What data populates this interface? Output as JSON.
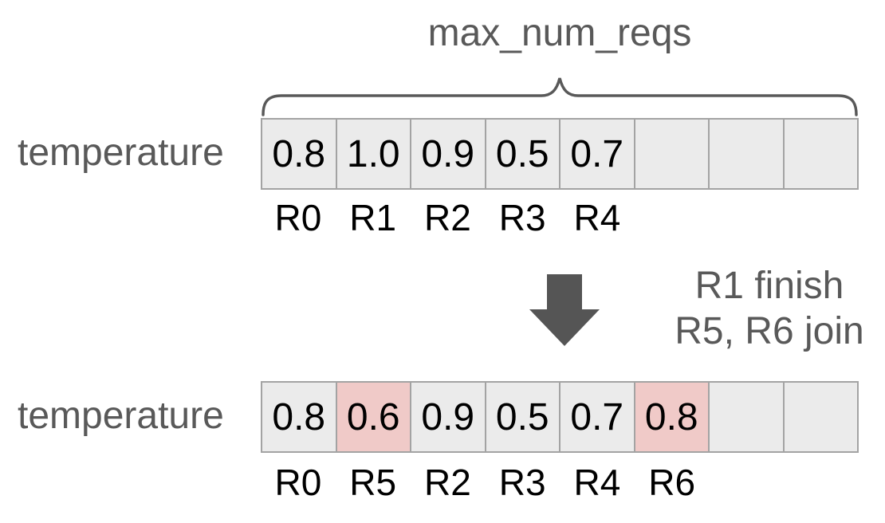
{
  "title": "max_num_reqs",
  "colors": {
    "muted_text": "#595959",
    "arrow": "#555555",
    "cell_fill": "#ebebeb",
    "cell_highlight": "#f0cac8",
    "cell_border": "#a3a3a3"
  },
  "transition": {
    "line1": "R1 finish",
    "line2": "R5, R6 join"
  },
  "state_before": {
    "row_label": "temperature",
    "cells": [
      {
        "value": "0.8",
        "request": "R0",
        "highlighted": false
      },
      {
        "value": "1.0",
        "request": "R1",
        "highlighted": false
      },
      {
        "value": "0.9",
        "request": "R2",
        "highlighted": false
      },
      {
        "value": "0.5",
        "request": "R3",
        "highlighted": false
      },
      {
        "value": "0.7",
        "request": "R4",
        "highlighted": false
      },
      {
        "value": "",
        "request": "",
        "highlighted": false
      },
      {
        "value": "",
        "request": "",
        "highlighted": false
      },
      {
        "value": "",
        "request": "",
        "highlighted": false
      }
    ]
  },
  "state_after": {
    "row_label": "temperature",
    "cells": [
      {
        "value": "0.8",
        "request": "R0",
        "highlighted": false
      },
      {
        "value": "0.6",
        "request": "R5",
        "highlighted": true
      },
      {
        "value": "0.9",
        "request": "R2",
        "highlighted": false
      },
      {
        "value": "0.5",
        "request": "R3",
        "highlighted": false
      },
      {
        "value": "0.7",
        "request": "R4",
        "highlighted": false
      },
      {
        "value": "0.8",
        "request": "R6",
        "highlighted": true
      },
      {
        "value": "",
        "request": "",
        "highlighted": false
      },
      {
        "value": "",
        "request": "",
        "highlighted": false
      }
    ]
  }
}
